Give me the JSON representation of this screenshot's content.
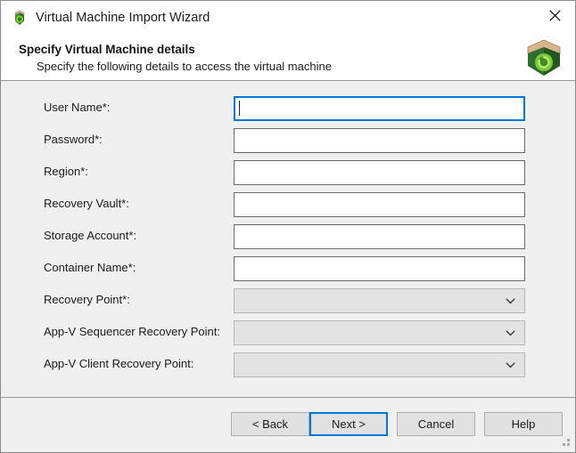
{
  "window": {
    "title": "Virtual Machine Import Wizard",
    "title_icon": "vm-cube-icon",
    "close_icon": "close-icon",
    "resize_grip": "resize-grip"
  },
  "header": {
    "title": "Specify Virtual Machine details",
    "subtitle": "Specify the following details to access the virtual machine",
    "banner_icon": "vm-import-cube-icon"
  },
  "form": {
    "fields": [
      {
        "label": "User Name*:",
        "type": "text",
        "value": "",
        "placeholder": "",
        "focused": true,
        "disabled": false,
        "name": "user-name"
      },
      {
        "label": "Password*:",
        "type": "text",
        "value": "",
        "placeholder": "",
        "focused": false,
        "disabled": false,
        "name": "password"
      },
      {
        "label": "Region*:",
        "type": "text",
        "value": "",
        "placeholder": "",
        "focused": false,
        "disabled": false,
        "name": "region"
      },
      {
        "label": "Recovery Vault*:",
        "type": "text",
        "value": "",
        "placeholder": "",
        "focused": false,
        "disabled": false,
        "name": "recovery-vault"
      },
      {
        "label": "Storage Account*:",
        "type": "text",
        "value": "",
        "placeholder": "",
        "focused": false,
        "disabled": false,
        "name": "storage-account"
      },
      {
        "label": "Container Name*:",
        "type": "text",
        "value": "",
        "placeholder": "",
        "focused": false,
        "disabled": false,
        "name": "container-name"
      },
      {
        "label": "Recovery Point*:",
        "type": "combo",
        "value": "",
        "placeholder": "",
        "focused": false,
        "disabled": true,
        "name": "recovery-point"
      },
      {
        "label": "App-V Sequencer Recovery Point:",
        "type": "combo",
        "value": "",
        "placeholder": "",
        "focused": false,
        "disabled": true,
        "name": "appv-sequencer-recovery-point"
      },
      {
        "label": "App-V Client Recovery Point:",
        "type": "combo",
        "value": "",
        "placeholder": "",
        "focused": false,
        "disabled": true,
        "name": "appv-client-recovery-point"
      }
    ]
  },
  "buttons": {
    "back": "< Back",
    "next": "Next >",
    "cancel": "Cancel",
    "help": "Help"
  },
  "colors": {
    "accent": "#0078d7",
    "window_bg": "#f0f0f0",
    "field_bg": "#ffffff",
    "disabled_bg": "#e3e3e3",
    "text": "#1b1b1b"
  }
}
